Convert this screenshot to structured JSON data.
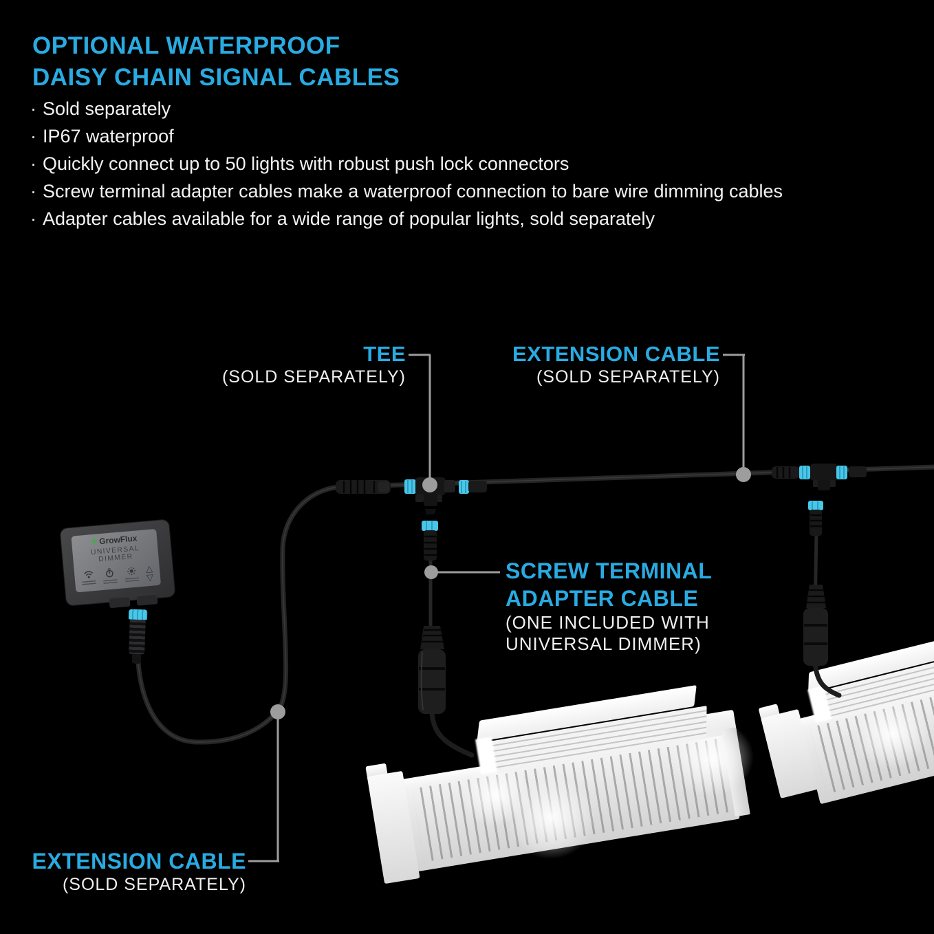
{
  "page": {
    "bg": "#000000",
    "accent_blue": "#29abe2"
  },
  "header": {
    "title_line1": "OPTIONAL WATERPROOF",
    "title_line2": "DAISY CHAIN SIGNAL CABLES",
    "bullets": [
      "Sold separately",
      "IP67 waterproof",
      "Quickly connect up to 50 lights with robust push lock connectors",
      "Screw terminal adapter cables make a waterproof connection to bare wire dimming cables",
      "Adapter cables available for a wide range of popular lights, sold separately"
    ]
  },
  "labels": {
    "tee": {
      "title": "TEE",
      "subtitle": "(SOLD SEPARATELY)"
    },
    "extension_top": {
      "title": "EXTENSION CABLE",
      "subtitle": "(SOLD SEPARATELY)"
    },
    "screw_terminal": {
      "title_line1": "SCREW TERMINAL",
      "title_line2": "ADAPTER CABLE",
      "subtitle_line1": "(ONE INCLUDED WITH",
      "subtitle_line2": "UNIVERSAL DIMMER)"
    },
    "extension_bottom": {
      "title": "EXTENSION CABLE",
      "subtitle": "(SOLD SEPARATELY)"
    }
  },
  "device": {
    "brand": "GrowFlux",
    "model": "UNIVERSAL DIMMER",
    "logo_glyph": "✤"
  },
  "colors": {
    "connector_cyan": "#49c6e8",
    "leader_gray": "#9d9d9d",
    "cable_dark": "#262626"
  }
}
